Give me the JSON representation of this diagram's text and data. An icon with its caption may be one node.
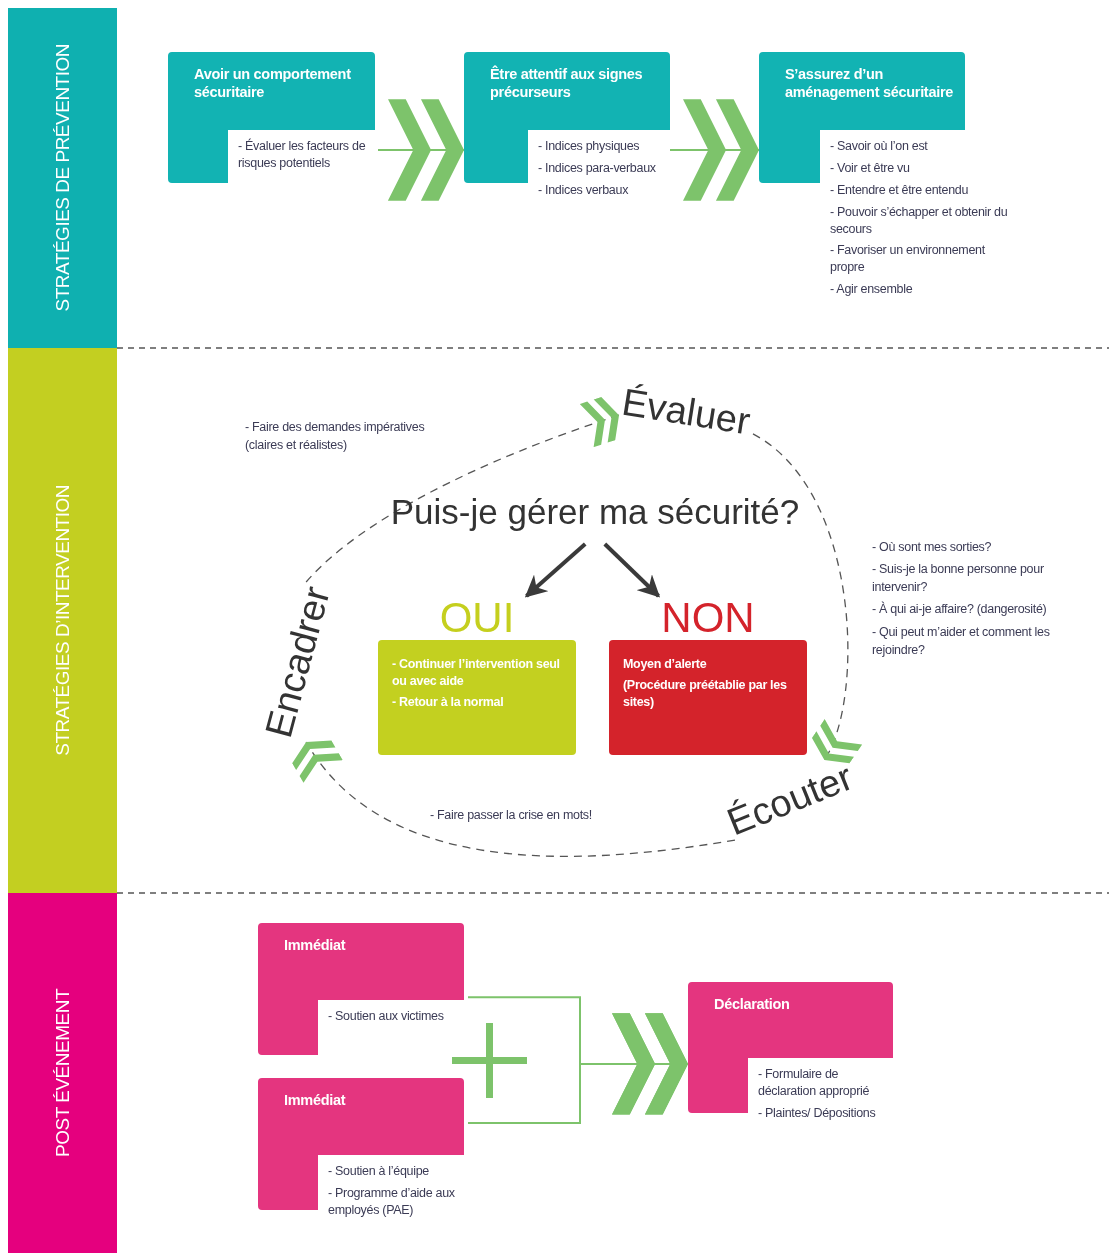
{
  "diagram": {
    "nodes": [
      {
        "text": [
          "STRATÉGIES DE PRÉVENTION"
        ]
      },
      {
        "text": [
          "Avoir un comportement sécuritaire",
          "- Évaluer les facteurs de risques potentiels"
        ]
      },
      {
        "text": [
          "Être attentif aux signes précurseurs",
          "- Indices physiques",
          "- Indices para-verbaux",
          "- Indices verbaux"
        ]
      },
      {
        "text": [
          "S’assurez d’un aménagement sécuritaire",
          "- Savoir où l’on est",
          "- Voir et être vu",
          "- Entendre et être entendu",
          "- Pouvoir s’échapper et obtenir du secours",
          "- Favoriser un environnement propre",
          "- Agir ensemble"
        ]
      },
      {
        "text": [
          "STRATÉGIES D’INTERVENTION"
        ]
      },
      {
        "text": [
          "Évaluer"
        ],
        "beside": [
          "- Où sont mes sorties?",
          "- Suis-je la bonne personne pour intervenir?",
          "- À qui ai-je affaire? (dangerosité)",
          "- Qui peut m’aider et comment les rejoindre?"
        ]
      },
      {
        "text": [
          "Encadrer"
        ]
      },
      {
        "text": [
          "Écouter"
        ]
      },
      {
        "text": [
          "Puis-je gérer ma sécurité?"
        ]
      },
      {
        "text": [
          "OUI",
          "- Continuer l’intervention seul ou avec aide",
          "- Retour à la normal"
        ]
      },
      {
        "text": [
          "NON",
          "Moyen d’alerte",
          "(Procédure préétablie par les sites)"
        ]
      },
      {
        "text": [
          "POST ÉVÉNEMENT"
        ]
      },
      {
        "text": [
          "Immédiat",
          "- Soutien aux victimes"
        ]
      },
      {
        "text": [
          "Immédiat",
          "- Soutien à l’équipe",
          "- Programme d’aide aux employés (PAE)"
        ]
      },
      {
        "text": [
          "Déclaration",
          "- Formulaire de déclaration approprié",
          "- Plaintes/ Dépositions"
        ]
      }
    ],
    "edges": [
      {
        "from": 1,
        "to": 2,
        "arrow": "to"
      },
      {
        "from": 2,
        "to": 3,
        "arrow": "to"
      },
      {
        "from": 5,
        "to": 7,
        "arrow": "to",
        "style": "dashed",
        "color": "#555555"
      },
      {
        "from": 7,
        "to": 6,
        "arrow": "to",
        "style": "dashed",
        "color": "#555555"
      },
      {
        "from": 6,
        "to": 5,
        "arrow": "to",
        "style": "dashed",
        "color": "#555555"
      },
      {
        "from": 8,
        "to": 9,
        "arrow": "to",
        "style": "thick",
        "color": "#3a3a3a"
      },
      {
        "from": 8,
        "to": 10,
        "arrow": "to",
        "style": "thick",
        "color": "#3a3a3a"
      },
      {
        "from": 12,
        "to": 14,
        "arrow": "to"
      },
      {
        "from": 13,
        "to": 14,
        "arrow": "to"
      }
    ],
    "labels": [
      "- Faire des demandes impératives (claires et réalistes)",
      "- Faire passer la crise en mots!"
    ]
  }
}
